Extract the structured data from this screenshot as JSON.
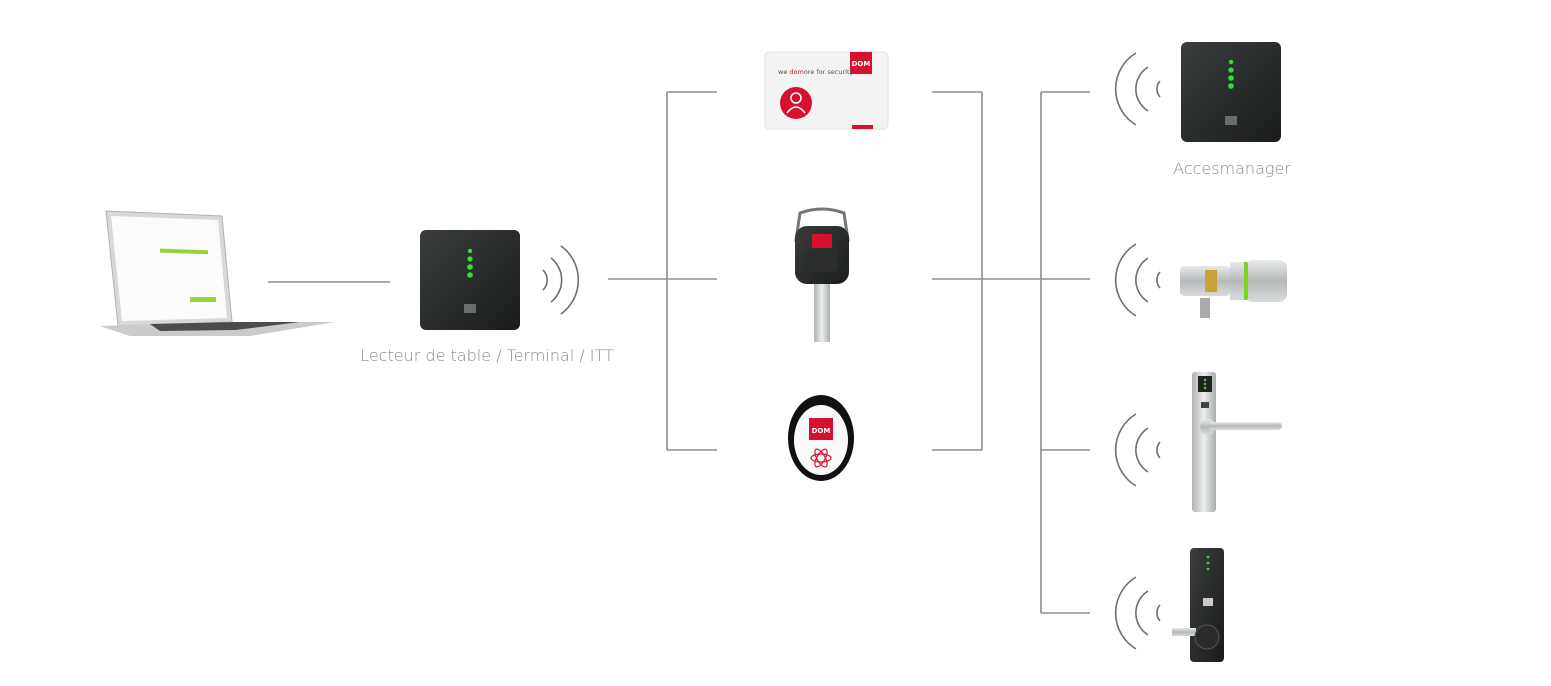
{
  "labels": {
    "table_reader": "Lecteur de table / Terminal / ITT",
    "accessmanager": "Accesmanager"
  },
  "card": {
    "slogan_pre": "we ",
    "slogan_brand": "dom",
    "slogan_post": "ore for security",
    "logo": "DOM"
  },
  "brand_logo": "DOM",
  "icons": [
    "laptop",
    "desktop-reader",
    "rfid-card",
    "key",
    "key-fob",
    "access-manager",
    "digital-cylinder",
    "electronic-handle",
    "electronic-lock"
  ],
  "colors": {
    "brand_red": "#d6112f",
    "led_green": "#3ddc3a",
    "line": "#8e8e8e",
    "label": "#8a8a8a"
  }
}
